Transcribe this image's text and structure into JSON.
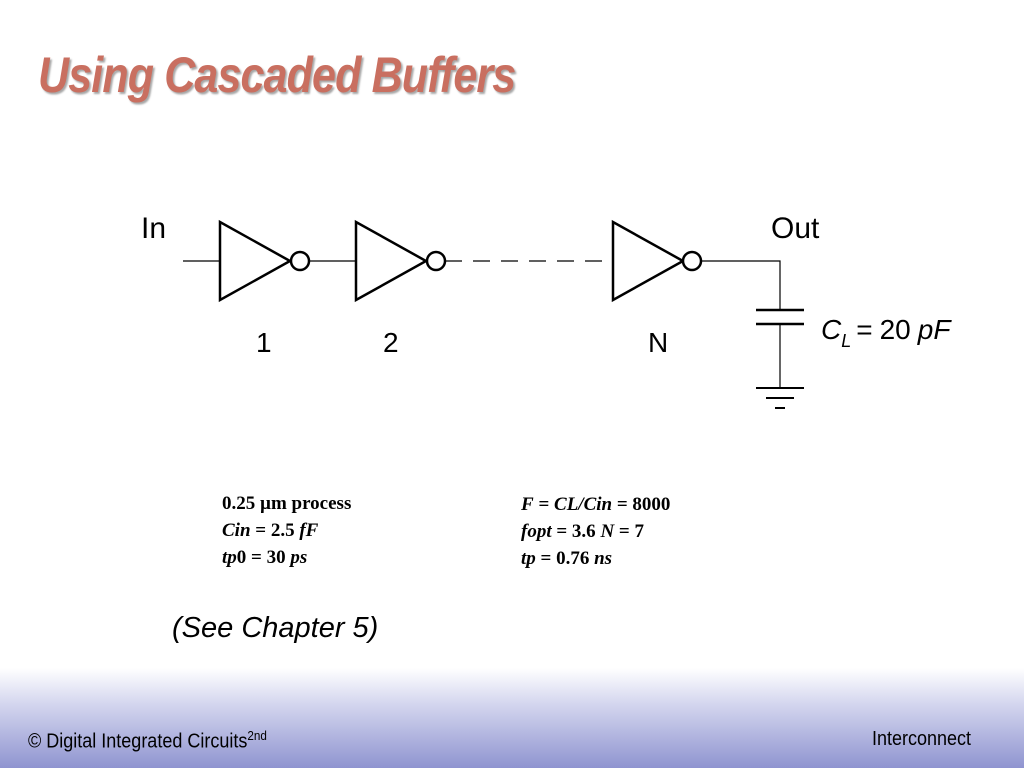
{
  "title": "Using Cascaded Buffers",
  "diagram": {
    "input_label": "In",
    "output_label": "Out",
    "stage_labels": [
      "1",
      "2",
      "N"
    ],
    "load_cap": {
      "symbol": "C",
      "subscript": "L",
      "equals": "=",
      "value": "20",
      "unit": "pF"
    }
  },
  "params_left": {
    "line1_value": "0.25",
    "line1_unit": "µm process",
    "line2_var": "Cin",
    "line2_eq": " = 2.5 ",
    "line2_unit": "fF",
    "line3_var": "tp",
    "line3_eq": "0 = 30 ",
    "line3_unit": "ps"
  },
  "params_right": {
    "line1_a": "F",
    "line1_b": " = ",
    "line1_c": "CL/Cin",
    "line1_d": " = 8000",
    "line2_a": "fopt",
    "line2_b": " = 3.6  ",
    "line2_c": "N",
    "line2_d": " = 7",
    "line3_a": "tp",
    "line3_b": " = 0.76 ",
    "line3_c": "ns"
  },
  "see_chapter": "(See Chapter 5)",
  "footer": {
    "left_text": "© Digital Integrated Circuits",
    "left_sup": "2nd",
    "right_text": "Interconnect"
  }
}
